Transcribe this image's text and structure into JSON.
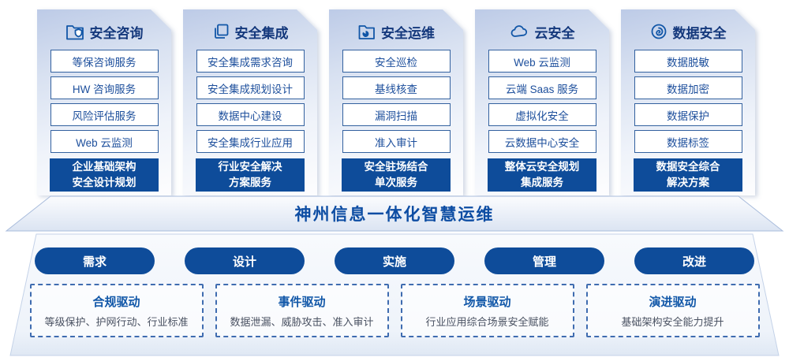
{
  "colors": {
    "primary_dark_blue": "#0e4c9a",
    "item_border_blue": "#33619f",
    "item_text_blue": "#1d4f9c",
    "header_navy": "#14387c",
    "banner_text_blue": "#0d4da3",
    "dashed_border_blue": "#3f6cb0",
    "icon_blue": "#1156a7"
  },
  "columns": [
    {
      "title": "安全咨询",
      "icon": "folder-shield-icon",
      "items": [
        "等保咨询服务",
        "HW 咨询服务",
        "风险评估服务",
        "Web 云监测"
      ],
      "highlight_line1": "企业基础架构",
      "highlight_line2": "安全设计规划"
    },
    {
      "title": "安全集成",
      "icon": "documents-icon",
      "items": [
        "安全集成需求咨询",
        "安全集成规划设计",
        "数据中心建设",
        "安全集成行业应用"
      ],
      "highlight_line1": "行业安全解决",
      "highlight_line2": "方案服务"
    },
    {
      "title": "安全运维",
      "icon": "folder-chart-icon",
      "items": [
        "安全巡检",
        "基线核查",
        "漏洞扫描",
        "准入审计"
      ],
      "highlight_line1": "安全驻场结合",
      "highlight_line2": "单次服务"
    },
    {
      "title": "云安全",
      "icon": "cloud-icon",
      "items": [
        "Web 云监测",
        "云端 Saas 服务",
        "虚拟化安全",
        "云数据中心安全"
      ],
      "highlight_line1": "整体云安全规划",
      "highlight_line2": "集成服务"
    },
    {
      "title": "数据安全",
      "icon": "spiral-icon",
      "items": [
        "数据脱敏",
        "数据加密",
        "数据保护",
        "数据标签"
      ],
      "highlight_line1": "数据安全综合",
      "highlight_line2": "解决方案"
    }
  ],
  "banner": {
    "title": "神州信息一体化智慧运维"
  },
  "phases": [
    "需求",
    "设计",
    "实施",
    "管理",
    "改进"
  ],
  "drivers": [
    {
      "title": "合规驱动",
      "desc": "等级保护、护网行动、行业标准"
    },
    {
      "title": "事件驱动",
      "desc": "数据泄漏、威胁攻击、准入审计"
    },
    {
      "title": "场景驱动",
      "desc": "行业应用综合场景安全赋能"
    },
    {
      "title": "演进驱动",
      "desc": "基础架构安全能力提升"
    }
  ]
}
